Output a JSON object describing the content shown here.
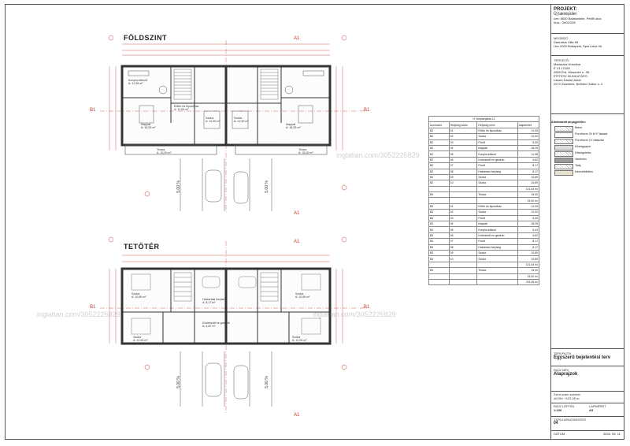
{
  "title_block": {
    "project_label": "PROJEKT:",
    "project_name": "Új lakóépület",
    "site_line1": "cím: 8630 Balatonlelle, Petőfi utca",
    "site_line2": "hrsz.: 2602/108",
    "client_label": "MEGBÍZÓ",
    "client_name": "Danubius Villa Kft",
    "client_addr": "Ucc 2000 Budapest, Sport utca 46.",
    "designer_label": "TERVEZŐ:",
    "designer_name": "Madarász Krisztina",
    "designer_id": "É 13-12189",
    "designer_addr": "2600 Érd, Mosonéri u. 36.",
    "architect_label": "ÉPÍTÉSZ MUNKATÁRS:",
    "architect_name": "Laszló Dániel-Antal",
    "architect_addr": "2072 Zsámbék, Bethlen Gábor u. 2.",
    "plan_type_label": "TERVFAJTA",
    "plan_type": "Egyszerű bejelentési terv",
    "drawing_label": "RAJZ NÉV",
    "drawing_name": "Alaprajzok",
    "elev_label": "Szint szám szerinti:",
    "elev_value": "±0,00= +122,20 m",
    "scale_label": "RAJZ LÉPTÉK",
    "scale_value": "1:100",
    "sheet_size_label": "LAPMÉRET",
    "sheet_size": "A3",
    "sheet_no_label": "TERVLAPAZONOSÍTÓ",
    "sheet_no": "04",
    "date_label": "DÁTUM",
    "date_value": "2026. 05. 11."
  },
  "plans": {
    "ground_title": "FÖLDSZINT",
    "upper_title": "TETŐTÉR",
    "section_a": "A1",
    "section_b": "B1",
    "parking_1": "5,00 %",
    "parking_2": "5,00 %",
    "parking_3": "5,00 %",
    "parking_4": "5,00 %"
  },
  "ground_rooms": [
    {
      "label": "Konyha-étkező",
      "area": "A: 11,98 m²"
    },
    {
      "label": "Előtér és lépcsőház",
      "area": "A: 11,05 m²"
    },
    {
      "label": "Nappali",
      "area": "A: 18,05 m²"
    },
    {
      "label": "Szoba",
      "area": "A: 12,90 m²"
    },
    {
      "label": "Szoba",
      "area": "A: 12,90 m²"
    },
    {
      "label": "Nappali",
      "area": "A: 18,05 m²"
    },
    {
      "label": "Terasz",
      "area": "A: 15,00 m²"
    },
    {
      "label": "Terasz",
      "area": "A: 15,00 m²"
    }
  ],
  "upper_rooms": [
    {
      "label": "Szoba",
      "area": "A: 10,89 m²"
    },
    {
      "label": "Szoba",
      "area": "A: 10,89 m²"
    },
    {
      "label": "Háztartási helyiség",
      "area": "A: 8,17 m²"
    },
    {
      "label": "Szoba",
      "area": "A: 12,90 m²"
    },
    {
      "label": "Közlekedő és gardrób",
      "area": "A: 6,62 m²"
    },
    {
      "label": "Szoba",
      "area": "A: 12,90 m²"
    }
  ],
  "room_table": {
    "title": "H: Helyiséglista L2",
    "headers": [
      "Azonosító",
      "Helyiség szám",
      "Helyiség neve",
      "Alapterület"
    ],
    "rows": [
      [
        "B2",
        "01",
        "Előtér és lépcsőház",
        "11,05"
      ],
      [
        "B2",
        "02",
        "Szoba",
        "12,90"
      ],
      [
        "B2",
        "03",
        "Fürdő",
        "6,00"
      ],
      [
        "B2",
        "04",
        "Nappali",
        "18,05"
      ],
      [
        "B2",
        "05",
        "Konyha-étkező",
        "11,98"
      ],
      [
        "B2",
        "06",
        "Közlekedő és gardrób",
        "6,62"
      ],
      [
        "B2",
        "07",
        "Fürdő",
        "8,17"
      ],
      [
        "B2",
        "08",
        "Háztartási helyiség",
        "8,17"
      ],
      [
        "B2",
        "09",
        "Szoba",
        "10,89"
      ],
      [
        "B2",
        "10",
        "Szoba",
        "10,89"
      ],
      [
        "",
        "",
        "",
        "101,64 m²"
      ],
      [
        "B3",
        "",
        "Terasz",
        "15,00"
      ],
      [
        "",
        "",
        "",
        "15,00 m²"
      ],
      [
        "B3",
        "01",
        "Előtér és lépcsőház",
        "11,05"
      ],
      [
        "B3",
        "02",
        "Szoba",
        "12,90"
      ],
      [
        "B3",
        "03",
        "Fürdő",
        "6,00"
      ],
      [
        "B3",
        "04",
        "Nappali",
        "18,05"
      ],
      [
        "B3",
        "05",
        "Konyha-étkező",
        "6,43"
      ],
      [
        "B3",
        "06",
        "Közlekedő és gardrób",
        "6,62"
      ],
      [
        "B3",
        "07",
        "Fürdő",
        "8,17"
      ],
      [
        "B3",
        "08",
        "Háztartási helyiség",
        "8,17"
      ],
      [
        "B3",
        "09",
        "Szoba",
        "10,89"
      ],
      [
        "B3",
        "10",
        "Szoba",
        "10,89"
      ],
      [
        "",
        "",
        "",
        "101,64 m²"
      ],
      [
        "B3",
        "",
        "Terasz",
        "15,00"
      ],
      [
        "",
        "",
        "",
        "15,00 m²"
      ],
      [
        "",
        "",
        "",
        "233,28 m²"
      ]
    ]
  },
  "legend": {
    "title": "Alkalmazott anyagjelölés:",
    "items": [
      "Beton",
      "Porotherm 30 N+F falazat",
      "Porotherm 10 válaszfal",
      "Kőzetgyapot",
      "Hőszigetelés",
      "Vasbeton",
      "Talaj",
      "Kavicsfeltöltés"
    ]
  },
  "watermark": "inglatian.com/3052226829",
  "colors": {
    "line": "#333333",
    "dim": "#c0392b",
    "hatch": "#999999"
  }
}
